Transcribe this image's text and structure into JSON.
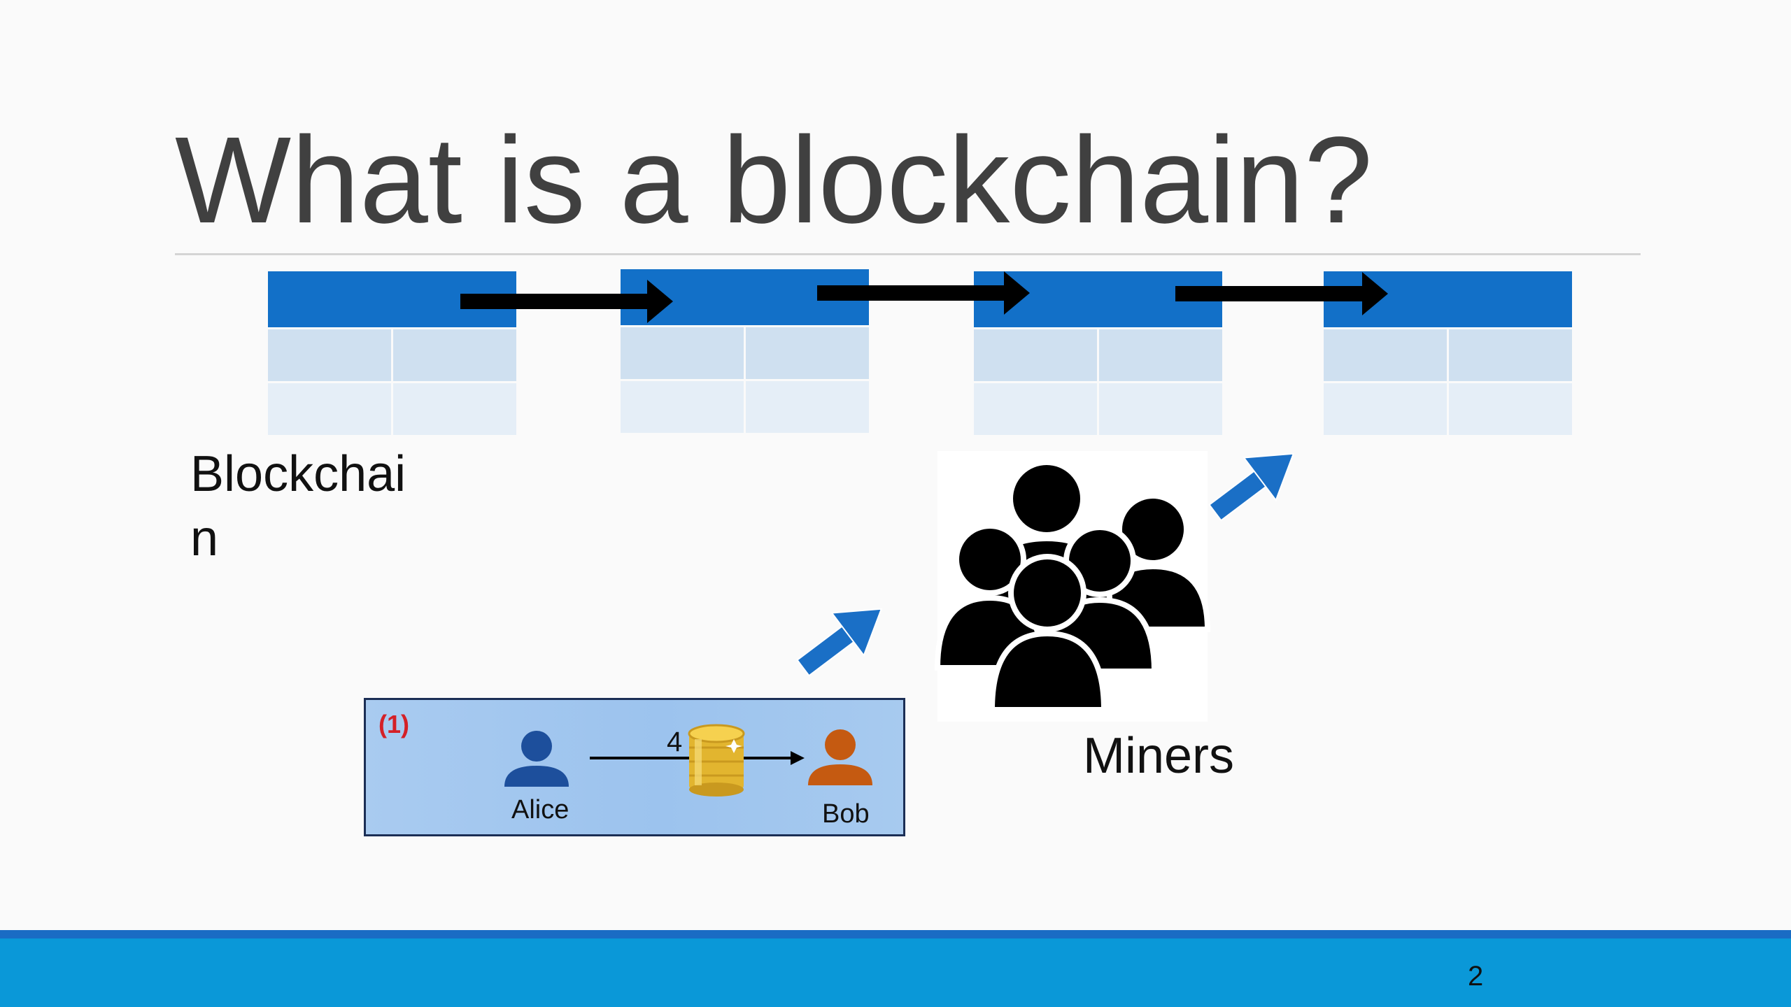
{
  "slide": {
    "title": "What is a blockchain?",
    "blockchain_label": "Blockchain",
    "miners_label": "Miners",
    "page_number": "2"
  },
  "transaction": {
    "step": "(1)",
    "sender": "Alice",
    "receiver": "Bob",
    "amount": "4"
  },
  "colors": {
    "block_header": "#1270c8",
    "arrow_blue": "#1a6fc6",
    "alice": "#1d4f9c",
    "bob": "#c55a11",
    "step_red": "#d42027",
    "footer": "#0a98d8"
  },
  "icons": [
    "person-icon",
    "coins-icon",
    "group-of-people-icon",
    "arrow-right-icon"
  ]
}
